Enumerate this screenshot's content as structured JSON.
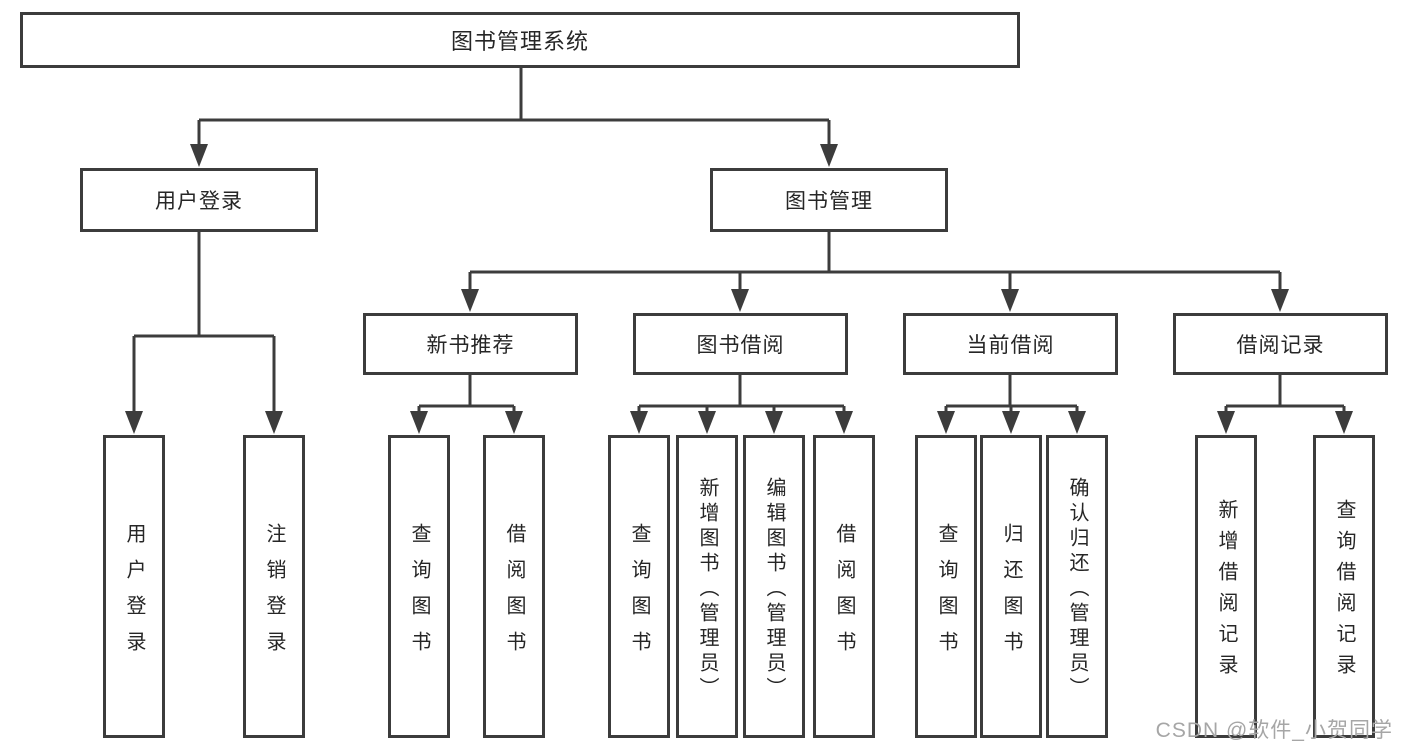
{
  "tree": {
    "label": "图书管理系统",
    "children": [
      {
        "label": "用户登录",
        "children": [
          {
            "label": "用户登录"
          },
          {
            "label": "注销登录"
          }
        ]
      },
      {
        "label": "图书管理",
        "children": [
          {
            "label": "新书推荐",
            "children": [
              {
                "label": "查询图书"
              },
              {
                "label": "借阅图书"
              }
            ]
          },
          {
            "label": "图书借阅",
            "children": [
              {
                "label": "查询图书"
              },
              {
                "label": "新增图书（管理员）"
              },
              {
                "label": "编辑图书（管理员）"
              },
              {
                "label": "借阅图书"
              }
            ]
          },
          {
            "label": "当前借阅",
            "children": [
              {
                "label": "查询图书"
              },
              {
                "label": "归还图书"
              },
              {
                "label": "确认归还（管理员）"
              }
            ]
          },
          {
            "label": "借阅记录",
            "children": [
              {
                "label": "新增借阅记录"
              },
              {
                "label": "查询借阅记录"
              }
            ]
          }
        ]
      }
    ]
  },
  "watermark": "CSDN @软件_小贺同学",
  "colors": {
    "line": "#3c3c3c",
    "text": "#262626",
    "background": "#ffffff",
    "watermark": "#a6a6a6"
  }
}
